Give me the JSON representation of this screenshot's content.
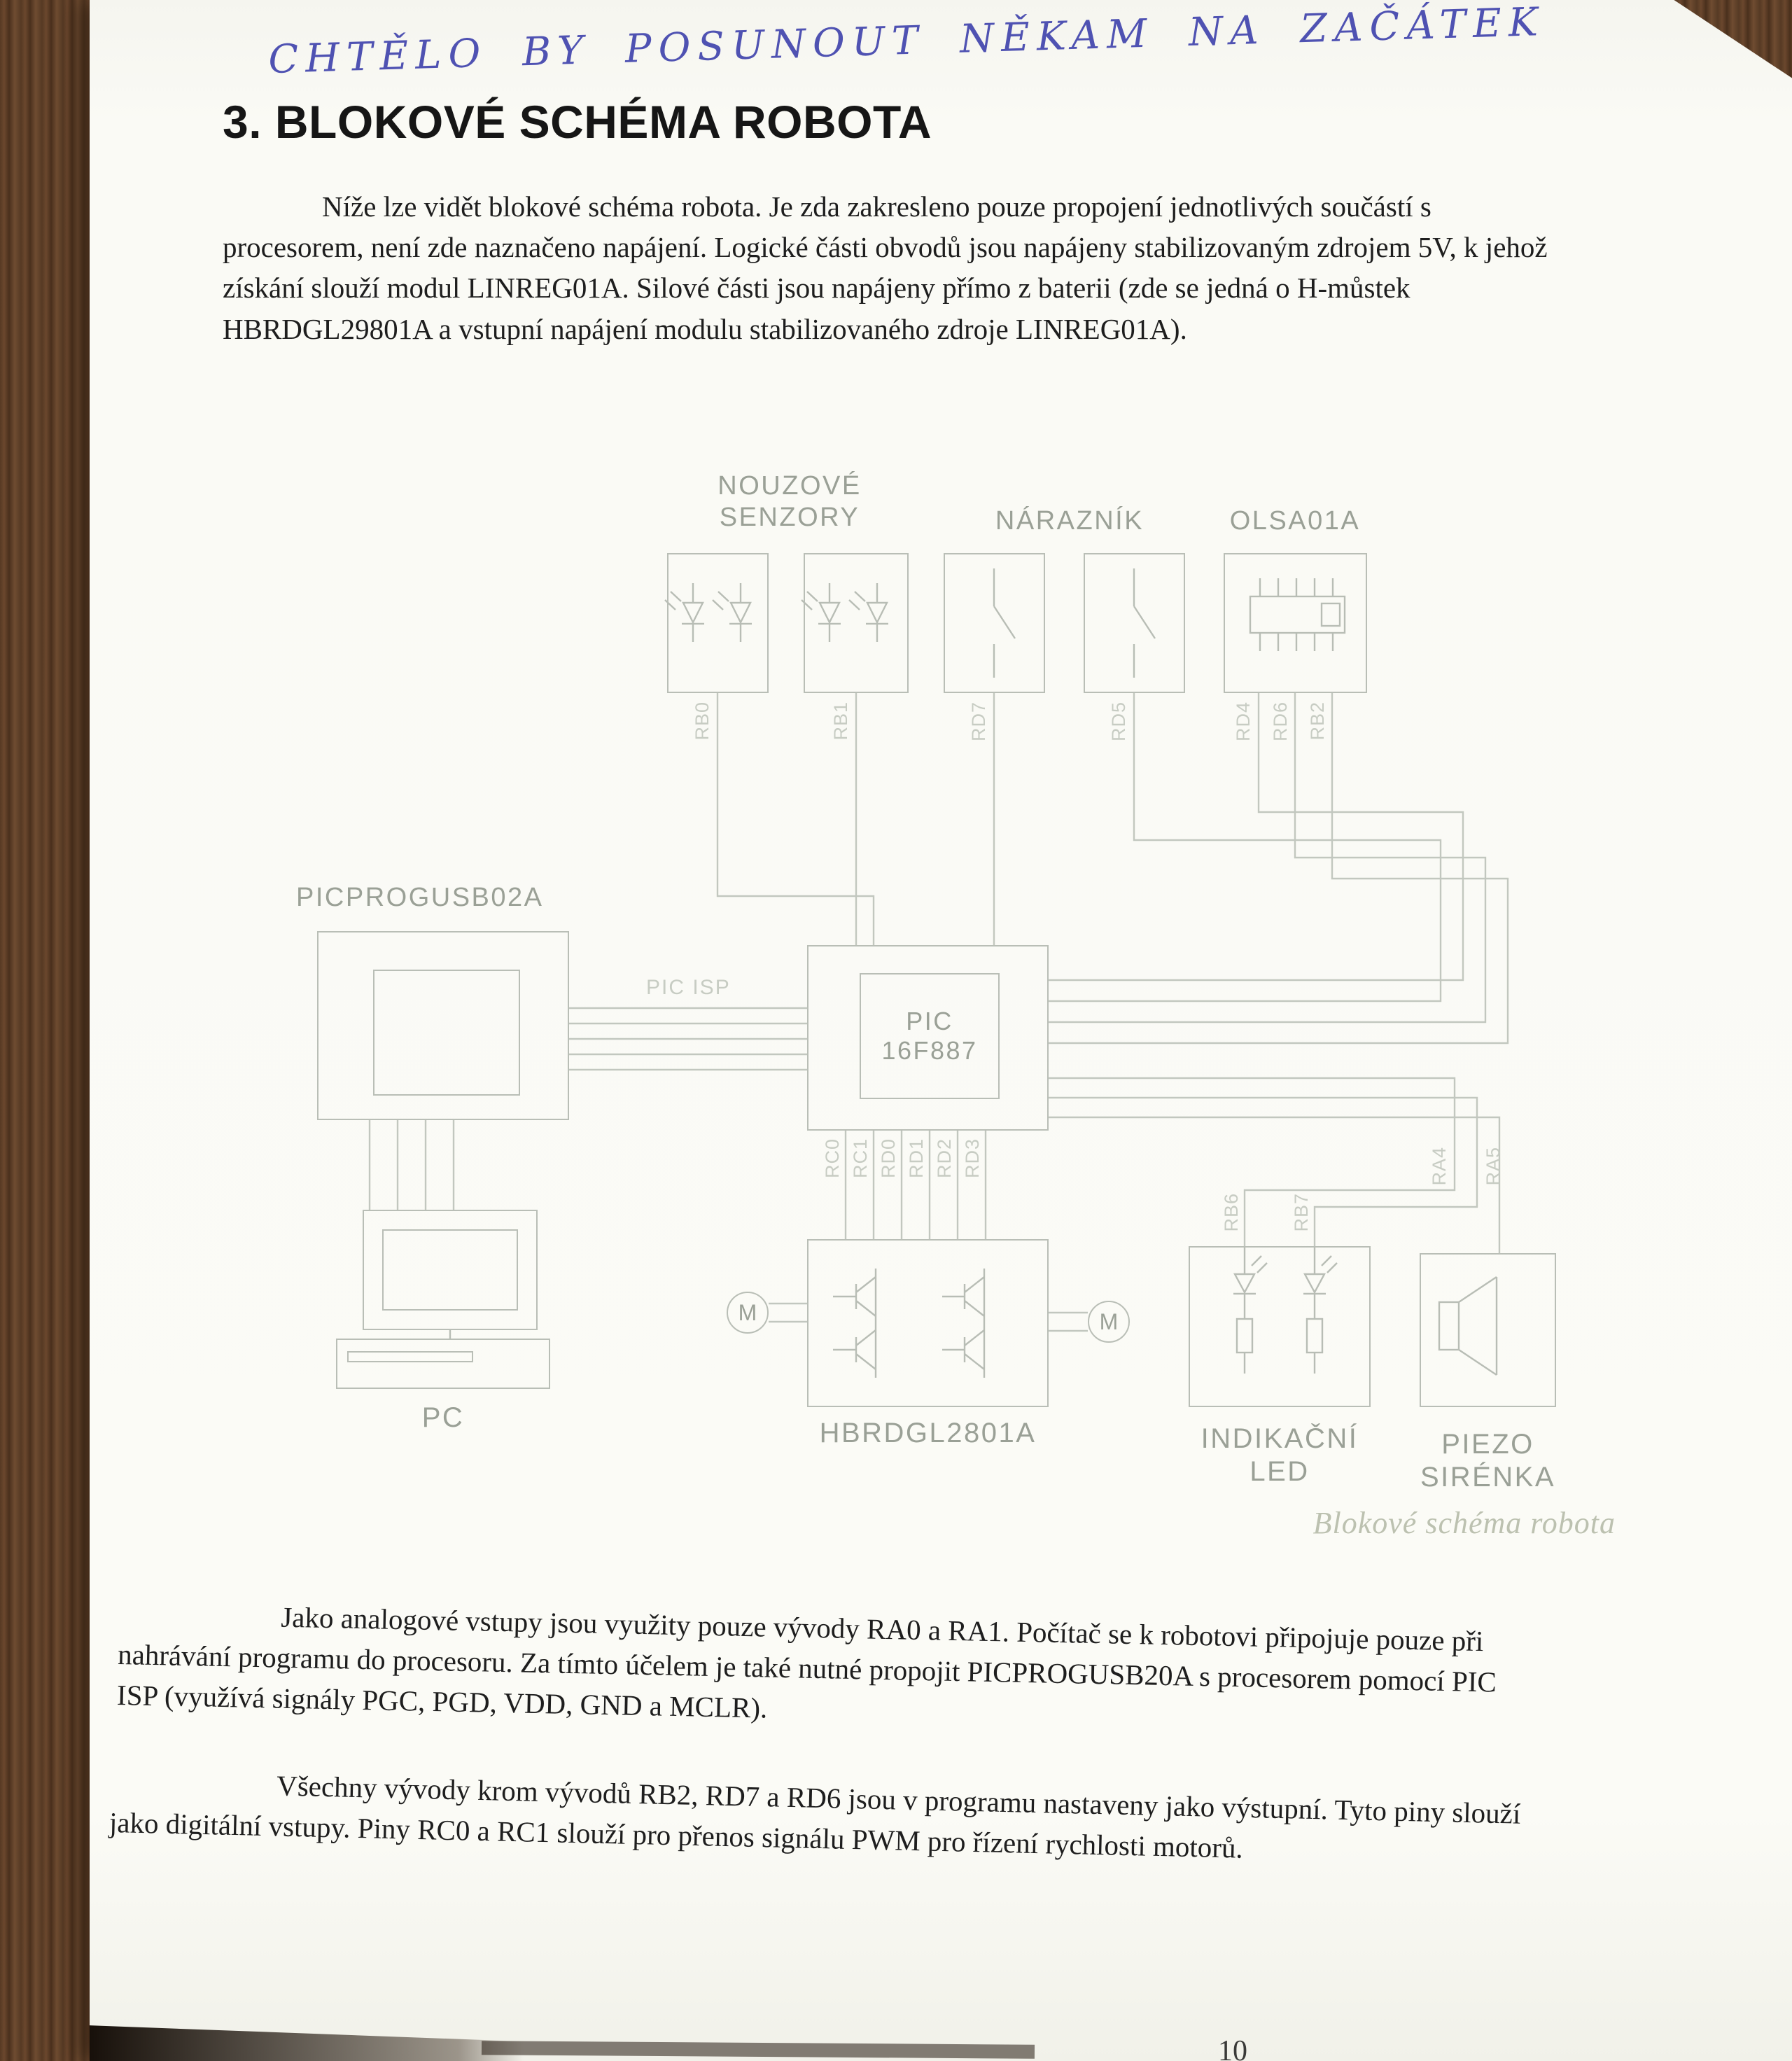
{
  "colors": {
    "paper": "#fafaf5",
    "desk_wood": "#6b472d",
    "ink": "#1e1e1e",
    "handwriting_blue": "#4f52b2",
    "diagram_stroke": "#b9beb6",
    "diagram_label": "#9aa096"
  },
  "handwritten_note": "CHTĚLO BY POSUNOUT NĚKAM NA ZAČÁTEK",
  "heading": "3. BLOKOVÉ SCHÉMA ROBOTA",
  "paragraphs": {
    "p1": "Níže lze vidět blokové schéma robota. Je zda zakresleno pouze propojení jednotlivých součástí s procesorem, není zde naznačeno napájení. Logické části obvodů jsou napájeny stabilizovaným zdrojem 5V, k jehož získání slouží modul LINREG01A. Silové části jsou napájeny přímo z baterii (zde se jedná o H-můstek HBRDGL29801A a vstupní napájení modulu stabilizovaného zdroje LINREG01A).",
    "p2": "Jako analogové vstupy jsou využity pouze vývody RA0 a RA1. Počítač se k robotovi připojuje pouze při nahrávání programu do procesoru. Za tímto účelem je také nutné propojit PICPROGUSB20A s procesorem pomocí PIC ISP (využívá signály PGC, PGD, VDD, GND a MCLR).",
    "p3": "Všechny vývody krom vývodů RB2, RD7 a RD6 jsou v programu nastaveny jako výstupní. Tyto piny slouží jako digitální vstupy. Piny RC0 a RC1 slouží pro přenos signálu PWM pro řízení rychlosti motorů."
  },
  "diagram": {
    "caption": "Blokové schéma robota",
    "labels": {
      "emergency_sensors": "NOUZOVÉ SENZORY",
      "bumper": "NÁRAZNÍK",
      "line_sensor": "OLSA01A",
      "programmer": "PICPROGUSB02A",
      "mcu": "PIC 16F887",
      "pc": "PC",
      "hbridge": "HBRDGL2801A",
      "led": "INDIKAČNÍ LED",
      "piezo": "PIEZO SIRÉNKA",
      "isp_bus": "PIC ISP",
      "motor": "M"
    },
    "pin_labels": {
      "top": [
        "RB0",
        "RB1",
        "RD7",
        "RD5",
        "RD4",
        "RD6",
        "RB2"
      ],
      "hbridge": [
        "RC0",
        "RC1",
        "RD0",
        "RD1",
        "RD2",
        "RD3"
      ],
      "right": [
        "RA4",
        "RA5"
      ],
      "led": [
        "RB6",
        "RB7"
      ]
    }
  },
  "page_number": "10"
}
